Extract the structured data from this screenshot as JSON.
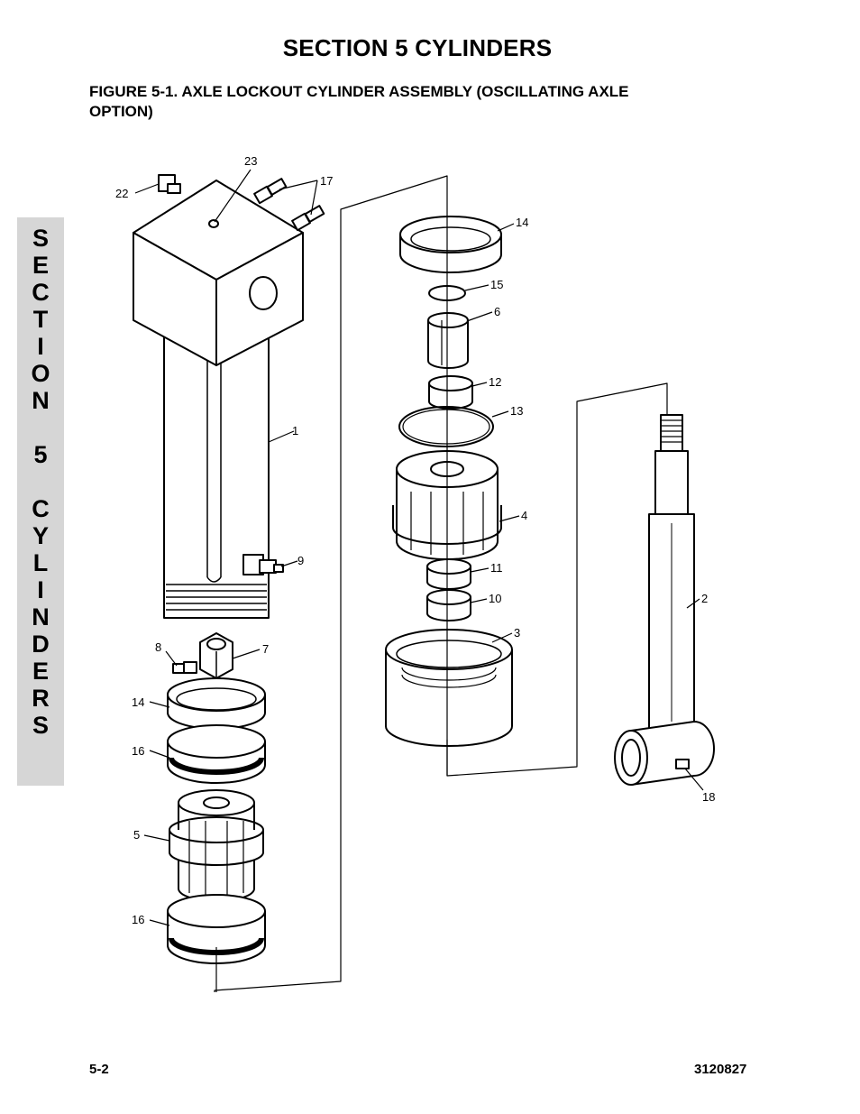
{
  "page": {
    "title": "SECTION 5  CYLINDERS",
    "figure_caption_line1": "FIGURE 5-1.    AXLE LOCKOUT CYLINDER ASSEMBLY (OSCILLATING AXLE",
    "figure_caption_line2": "OPTION)",
    "side_tab_letters": [
      "S",
      "E",
      "C",
      "T",
      "I",
      "O",
      "N",
      "",
      "5",
      "",
      "C",
      "Y",
      "L",
      "I",
      "N",
      "D",
      "E",
      "R",
      "S"
    ],
    "footer_left": "5-2",
    "footer_right": "3120827"
  },
  "diagram": {
    "callouts": {
      "c23": "23",
      "c22": "22",
      "c17": "17",
      "c1": "1",
      "c9": "9",
      "c8": "8",
      "c7": "7",
      "c14a": "14",
      "c16a": "16",
      "c5": "5",
      "c16b": "16",
      "c14b": "14",
      "c15": "15",
      "c6": "6",
      "c12": "12",
      "c13": "13",
      "c4": "4",
      "c11": "11",
      "c10": "10",
      "c3": "3",
      "c2": "2",
      "c18": "18"
    }
  }
}
